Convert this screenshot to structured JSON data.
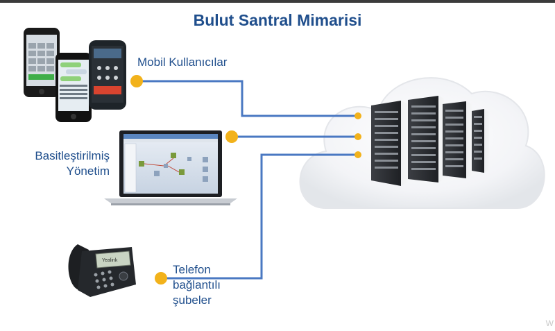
{
  "title": "Bulut Santral Mimarisi",
  "nodes": {
    "mobile": {
      "label": "Mobil Kullanıcılar"
    },
    "management": {
      "label_line1": "Basitleştirilmiş",
      "label_line2": "Yönetim"
    },
    "branches": {
      "label_line1": "Telefon",
      "label_line2": "bağlantılı",
      "label_line3": "şubeler"
    },
    "cloud": {
      "label": ""
    }
  },
  "phone_brand": "Yealink",
  "colors": {
    "title": "#1f4e8c",
    "connector": "#4a78c2",
    "dot": "#f2b21b",
    "cloud": "#f1f3f6"
  },
  "watermark": "W"
}
